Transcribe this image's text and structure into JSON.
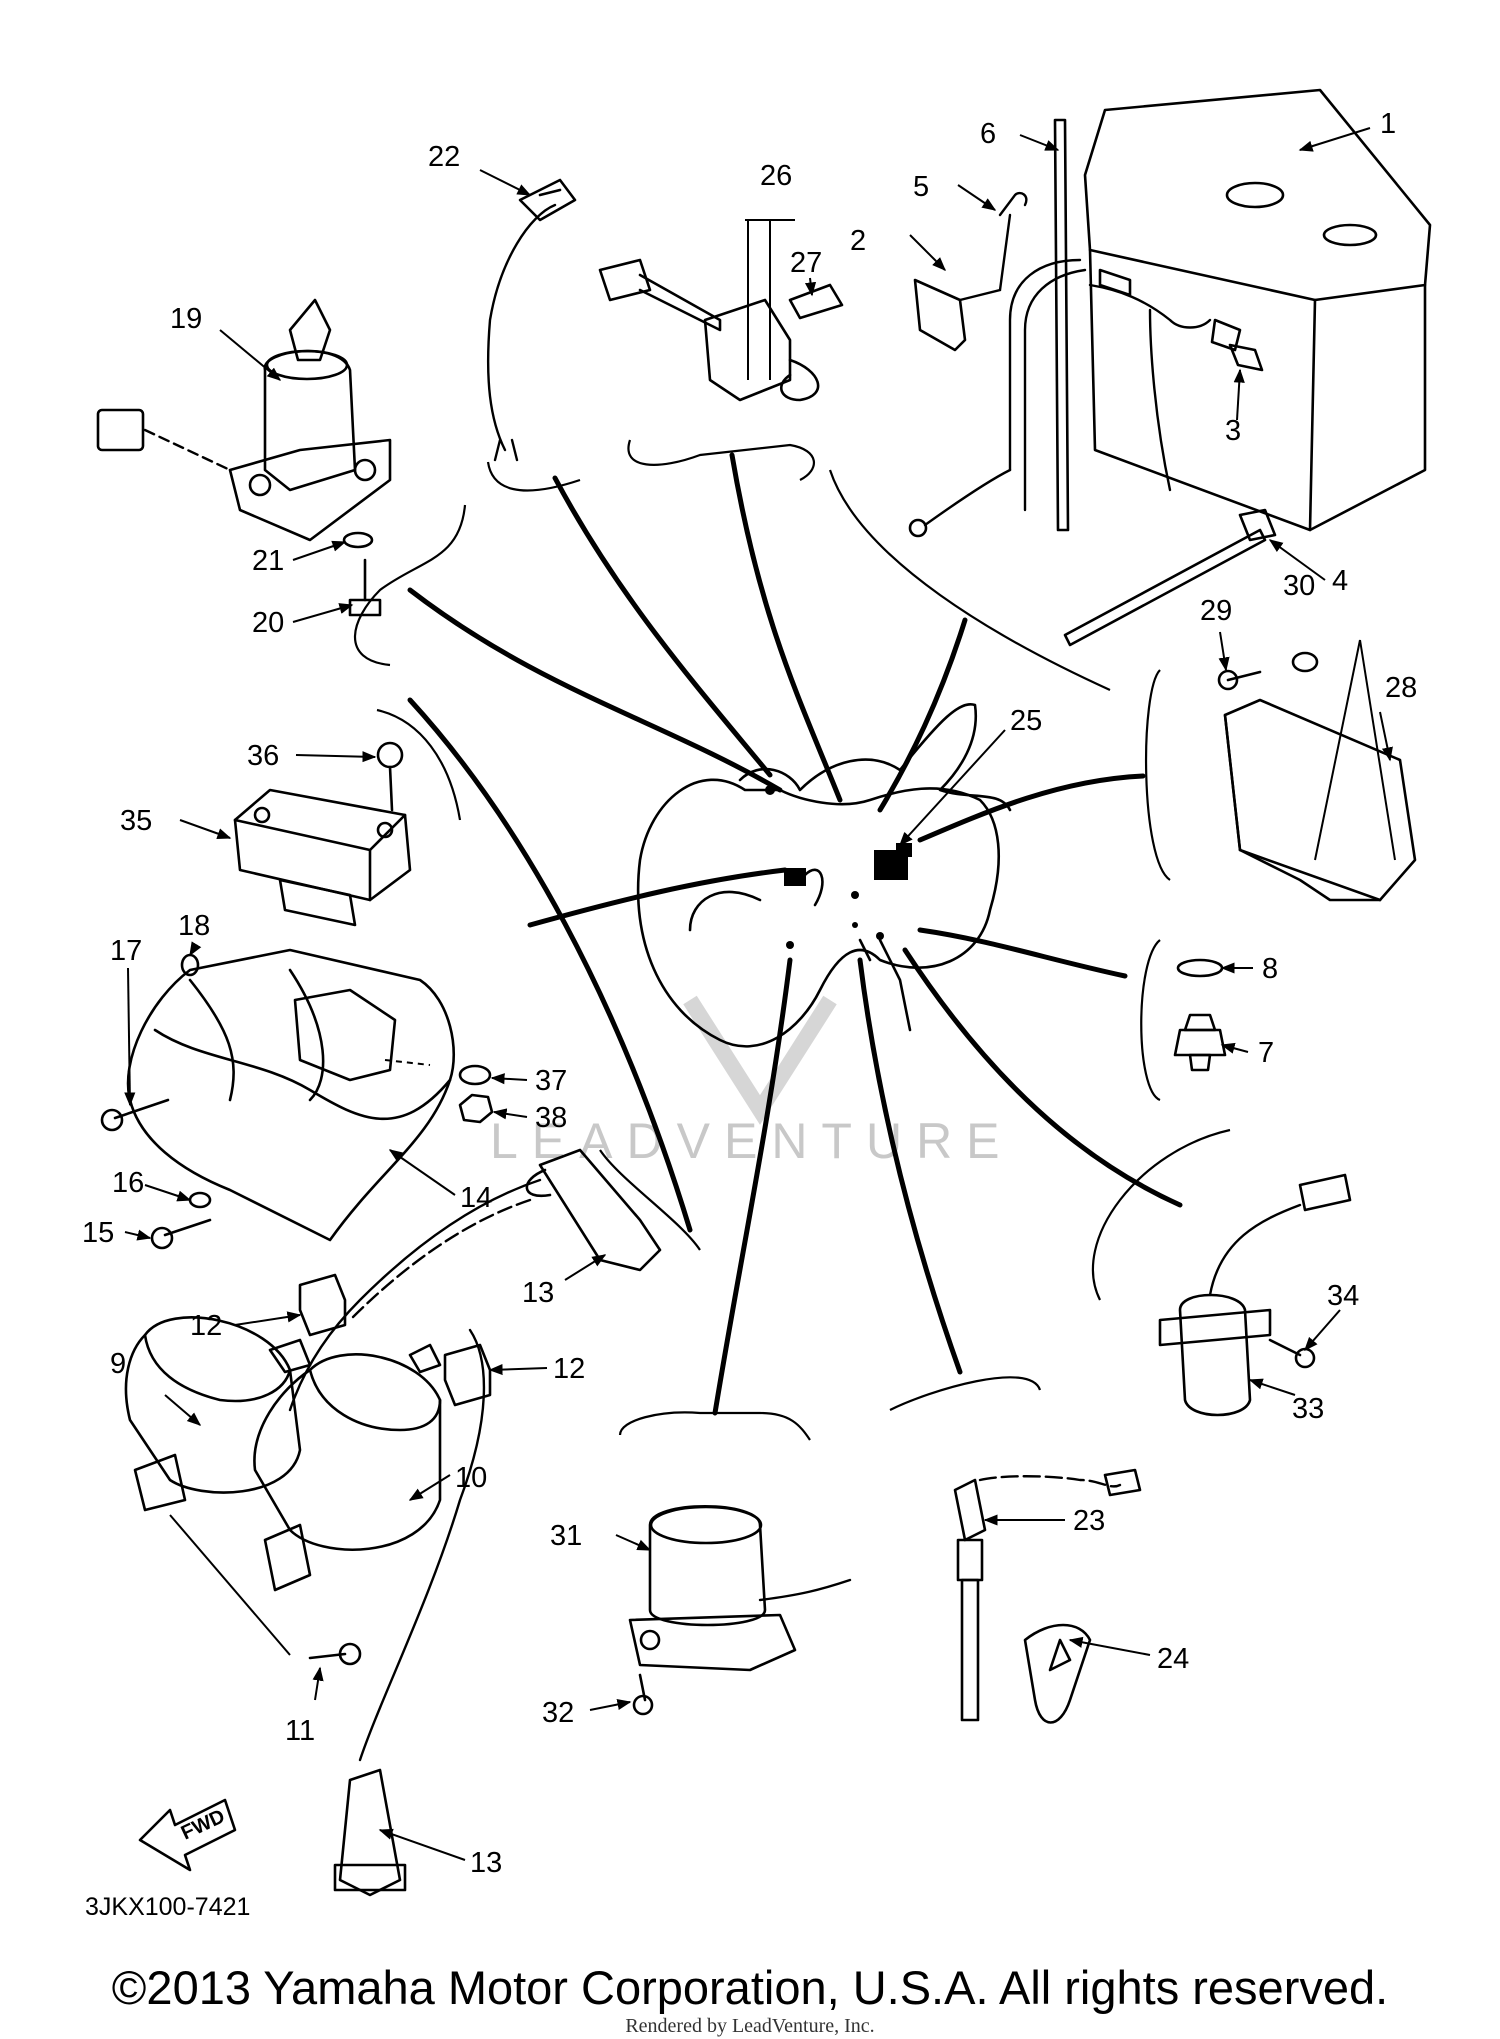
{
  "diagram_code": "3JKX100-7421",
  "copyright": "©2013 Yamaha Motor Corporation, U.S.A. All rights reserved.",
  "rendered_by": "Rendered by LeadVenture, Inc.",
  "watermark_text": "LEADVENTURE",
  "fwd_label": "FWD",
  "callouts": [
    "1",
    "2",
    "3",
    "4",
    "5",
    "6",
    "7",
    "8",
    "9",
    "10",
    "11",
    "12",
    "12",
    "13",
    "13",
    "14",
    "15",
    "16",
    "17",
    "18",
    "19",
    "20",
    "21",
    "22",
    "23",
    "24",
    "25",
    "26",
    "27",
    "28",
    "29",
    "30",
    "31",
    "32",
    "33",
    "34",
    "35",
    "36",
    "37",
    "38"
  ]
}
